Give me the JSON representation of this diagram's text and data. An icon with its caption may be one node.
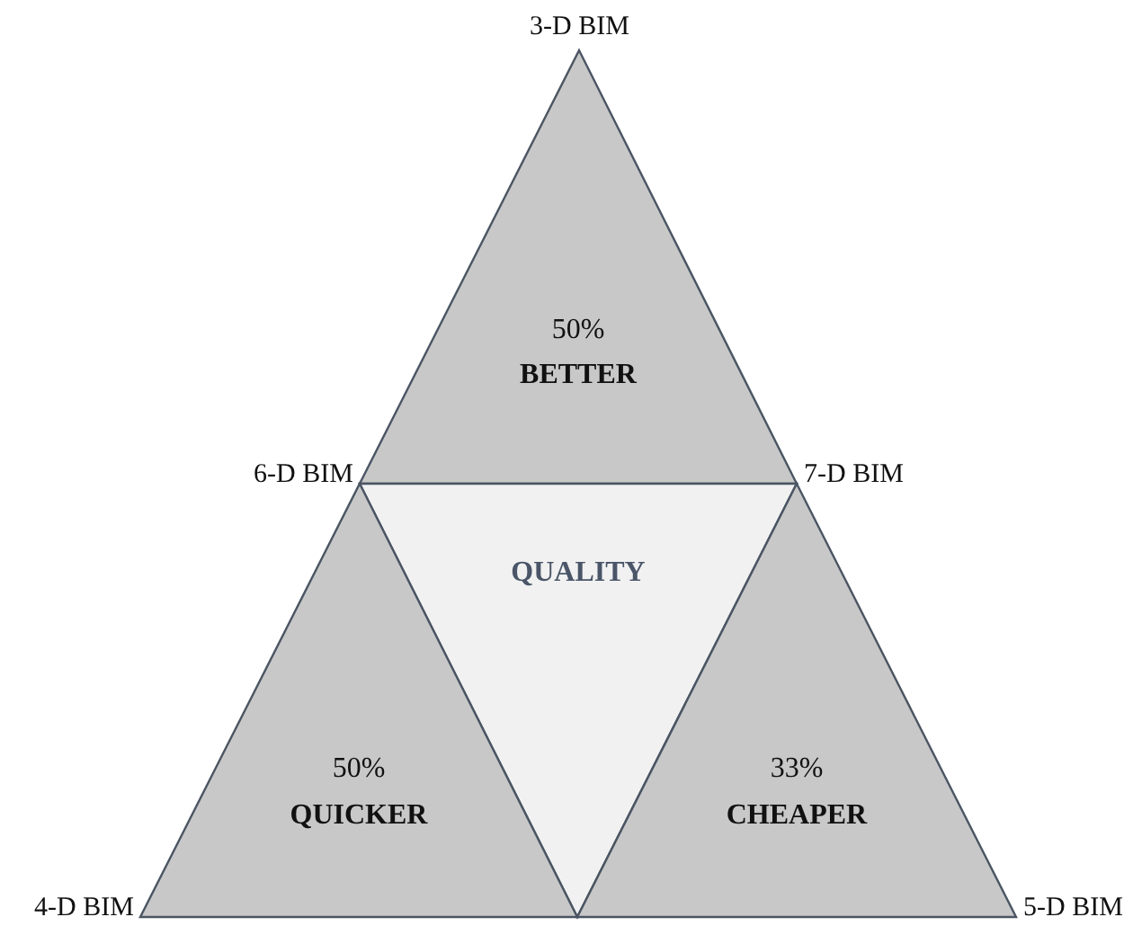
{
  "diagram": {
    "nodes": [
      {
        "text": [
          "50%",
          "BETTER"
        ]
      },
      {
        "text": [
          "QUALITY"
        ]
      },
      {
        "text": [
          "50%",
          "QUICKER"
        ]
      },
      {
        "text": [
          "33%",
          "CHEAPER"
        ]
      }
    ],
    "labels": [
      "3-D BIM",
      "6-D BIM",
      "7-D BIM",
      "4-D BIM",
      "5-D BIM"
    ]
  }
}
